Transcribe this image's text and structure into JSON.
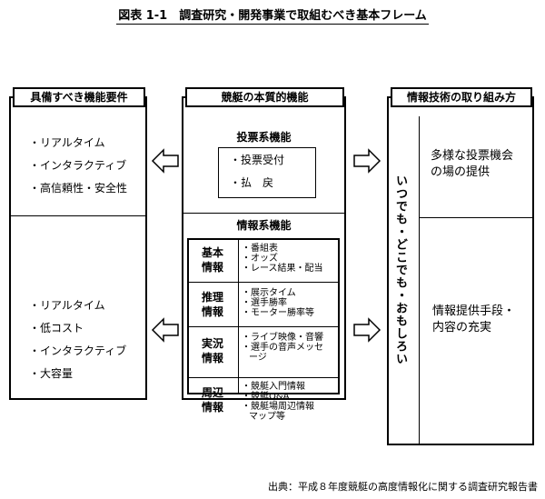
{
  "title": "図表 1-1　調査研究・開発事業で取組むべき基本フレーム",
  "left": {
    "header": "具備すべき機能要件",
    "top_items": [
      "・リアルタイム",
      "・インタラクティブ",
      "・高信頼性・安全性"
    ],
    "bottom_items": [
      "・リアルタイム",
      "・低コスト",
      "・インタラクティブ",
      "・大容量"
    ]
  },
  "center": {
    "header": "競艇の本質的機能",
    "voting": {
      "title": "投票系機能",
      "items": [
        "・投票受付",
        "・払　戻"
      ]
    },
    "info": {
      "title": "情報系機能",
      "rows": [
        {
          "label": [
            "基本",
            "情報"
          ],
          "items": [
            "・番組表",
            "・オッズ",
            "・レース結果・配当"
          ]
        },
        {
          "label": [
            "推理",
            "情報"
          ],
          "items": [
            "・展示タイム",
            "・選手勝率",
            "・モーター勝率等"
          ]
        },
        {
          "label": [
            "実況",
            "情報"
          ],
          "items": [
            "・ライブ映像・音響",
            "・選手の音声メッセ",
            "ージ"
          ]
        },
        {
          "label": [
            "周辺",
            "情報"
          ],
          "items": [
            "・競艇入門情報",
            "・競艇Q&A",
            "・競艇場周辺情報",
            "マップ等"
          ]
        }
      ]
    }
  },
  "right": {
    "header": "情報技術の取り組み方",
    "vertical": "いつでも・どこでも・おもしろい",
    "top_text": [
      "多様な投票機会",
      "の場の提供"
    ],
    "bottom_text": [
      "情報提供手段・",
      "内容の充実"
    ]
  },
  "source": "出典：平成８年度競艇の高度情報化に関する調査研究報告書"
}
